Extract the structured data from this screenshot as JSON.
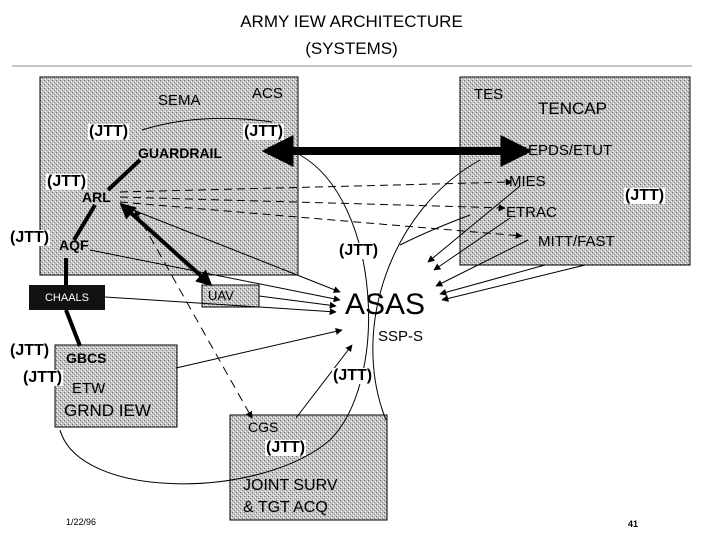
{
  "title": "ARMY IEW ARCHITECTURE",
  "subtitle": "(SYSTEMS)",
  "left_box": {
    "semA": "SEMA",
    "acs": "ACS",
    "jtt_a": "(JTT)",
    "jtt_b": "(JTT)",
    "guardrail": "GUARDRAIL",
    "jtt_arl": "(JTT)",
    "arl": "ARL",
    "jtt_aqf": "(JTT)",
    "aqf": "AQF"
  },
  "right_box": {
    "tes": "TES",
    "tencap": "TENCAP",
    "epds": "EPDS/ETUT",
    "mies": "MIES",
    "jtt": "(JTT)",
    "etrac": "ETRAC",
    "mitt": "MITT/FAST"
  },
  "center": {
    "asas": "ASAS",
    "ssp": "SSP-S",
    "jtt_upper": "(JTT)",
    "jtt_lower": "(JTT)"
  },
  "chaals": "CHAALS",
  "uav": "UAV",
  "gbcs_box": {
    "jtt1": "(JTT)",
    "gbcs": "GBCS",
    "jtt2": "(JTT)",
    "etw": "ETW",
    "grnd": "GRND IEW"
  },
  "cgs_box": {
    "cgs": "CGS",
    "jtt": "(JTT)",
    "joint1": "JOINT SURV",
    "joint2": "& TGT ACQ"
  },
  "footer": {
    "date": "1/22/96",
    "page": "41"
  },
  "colors": {
    "box_fill": "#bdbdbd",
    "line": "#000000"
  }
}
